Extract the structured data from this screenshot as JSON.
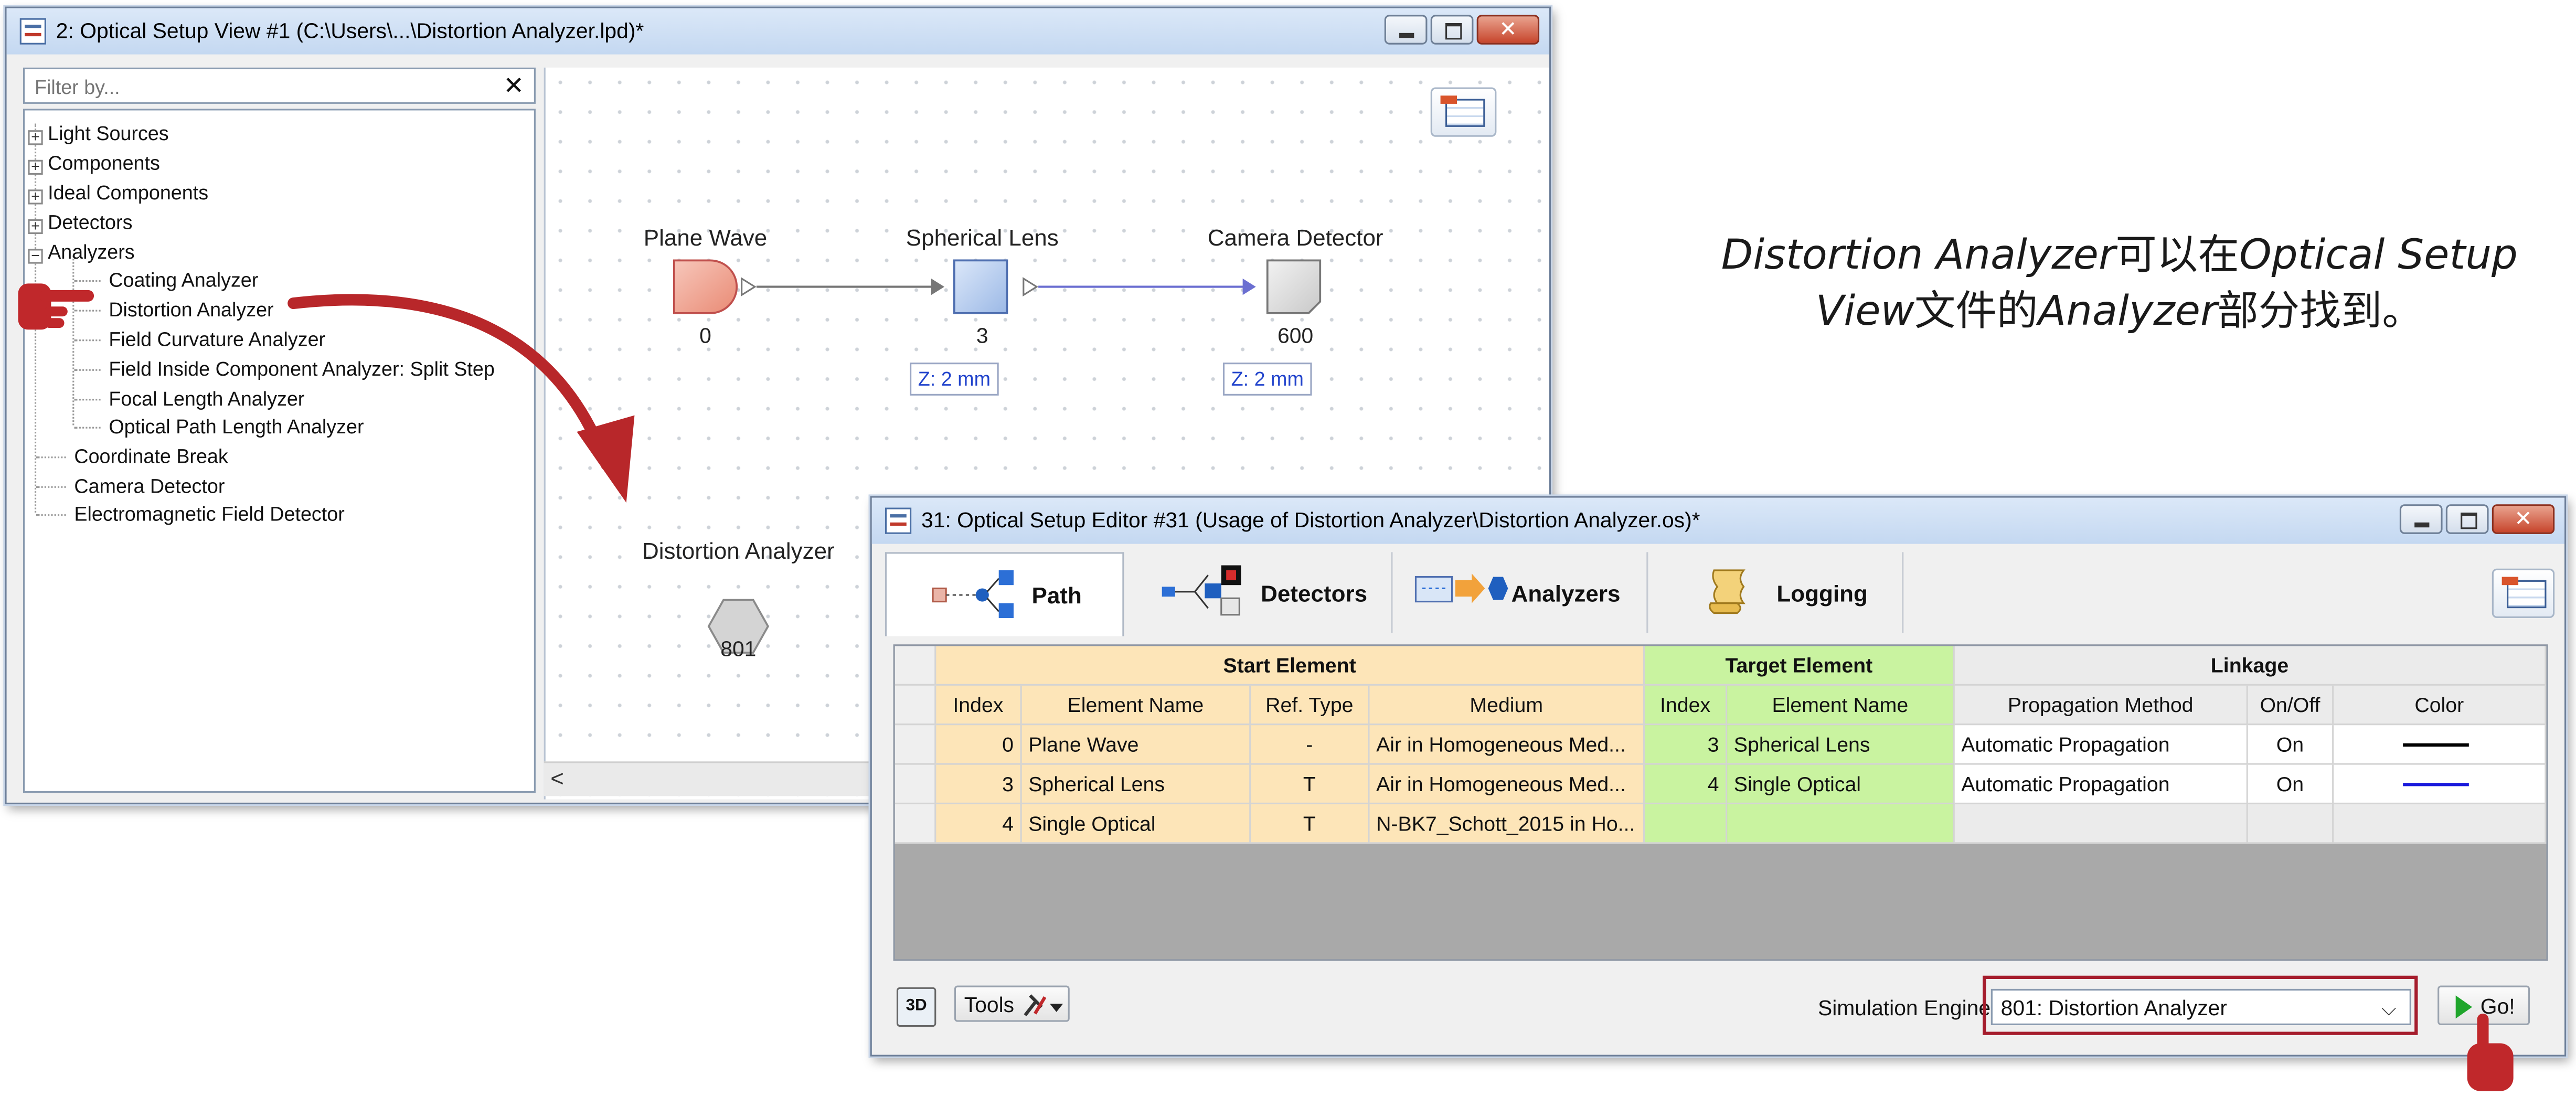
{
  "window1": {
    "title": "2: Optical Setup View #1 (C:\\Users\\...\\Distortion Analyzer.lpd)*",
    "filter_placeholder": "Filter by...",
    "filter_clear": "✕",
    "close_glyph": "✕",
    "tree": {
      "light_sources": "Light Sources",
      "components": "Components",
      "ideal_components": "Ideal Components",
      "detectors": "Detectors",
      "analyzers": "Analyzers",
      "coating_analyzer": "Coating Analyzer",
      "distortion_analyzer": "Distortion Analyzer",
      "field_curvature_analyzer": "Field Curvature Analyzer",
      "field_inside_component": "Field Inside Component Analyzer: Split Step",
      "focal_length_analyzer": "Focal Length Analyzer",
      "optical_path_length_analyzer": "Optical Path Length Analyzer",
      "coordinate_break": "Coordinate Break",
      "camera_detector": "Camera Detector",
      "em_field_detector": "Electromagnetic Field Detector"
    },
    "canvas": {
      "plane_wave": {
        "label": "Plane Wave",
        "index": "0"
      },
      "spherical_lens": {
        "label": "Spherical Lens",
        "index": "3",
        "z": "Z: 2 mm"
      },
      "camera_detector": {
        "label": "Camera Detector",
        "index": "600",
        "z": "Z: 2 mm"
      },
      "distortion_analyzer": {
        "label": "Distortion Analyzer",
        "index": "801"
      }
    },
    "scroll_left": "<"
  },
  "annotation": {
    "part1": "Distortion Analyzer",
    "part2": "可以在",
    "part3": "Optical Setup View",
    "part4": "文件的",
    "part5": "Analyzer",
    "part6": "部分找到。"
  },
  "window2": {
    "title": "31: Optical Setup Editor #31 (Usage of Distortion Analyzer\\Distortion Analyzer.os)*",
    "close_glyph": "✕",
    "tabs": [
      "Path",
      "Detectors",
      "Analyzers",
      "Logging"
    ],
    "groups": {
      "start": "Start Element",
      "target": "Target Element",
      "linkage": "Linkage"
    },
    "columns": {
      "index": "Index",
      "element_name": "Element Name",
      "ref_type": "Ref. Type",
      "medium": "Medium",
      "t_index": "Index",
      "t_element_name": "Element Name",
      "propagation": "Propagation Method",
      "onoff": "On/Off",
      "color": "Color"
    },
    "rows": [
      {
        "index": "0",
        "name": "Plane Wave",
        "ref": "-",
        "medium": "Air in Homogeneous Med...",
        "t_index": "3",
        "t_name": "Spherical Lens",
        "prop": "Automatic Propagation",
        "onoff": "On",
        "color": "#000000"
      },
      {
        "index": "3",
        "name": "Spherical Lens",
        "ref": "T",
        "medium": "Air in Homogeneous Med...",
        "t_index": "4",
        "t_name": "Single Optical",
        "prop": "Automatic Propagation",
        "onoff": "On",
        "color": "#1a1adc"
      },
      {
        "index": "4",
        "name": "Single Optical",
        "ref": "T",
        "medium": "N-BK7_Schott_2015  in Ho...",
        "t_index": "",
        "t_name": "",
        "prop": "",
        "onoff": "",
        "color": ""
      }
    ],
    "tools_label": "Tools",
    "simulation_engine_label": "Simulation Engine",
    "simulation_engine_value": "801: Distortion Analyzer",
    "go_label": "Go!"
  },
  "colors": {
    "start_bg": "#fde5b8",
    "target_bg": "#c9f3a0",
    "highlight_red": "#a51d2d",
    "pointer_red": "#c0282b"
  }
}
